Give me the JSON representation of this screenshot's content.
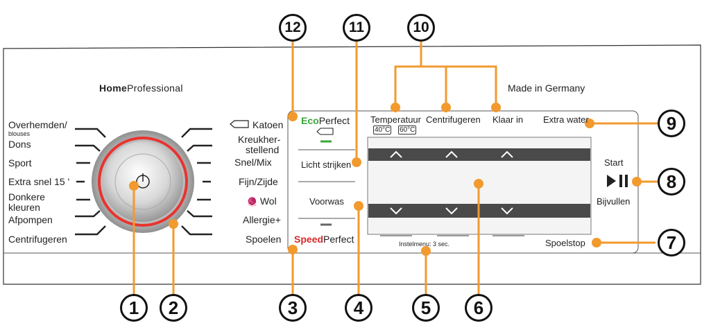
{
  "brand": {
    "bold": "Home",
    "light": "Professional"
  },
  "made_in": "Made in Germany",
  "programs_left": [
    {
      "label": "Overhemden/"
    },
    {
      "label": "blouses"
    },
    {
      "label": "Dons"
    },
    {
      "label": "Sport"
    },
    {
      "label": "Extra snel 15 '"
    },
    {
      "label": "Donkere"
    },
    {
      "label": "kleuren"
    },
    {
      "label": "Afpompen"
    },
    {
      "label": "Centrifugeren"
    }
  ],
  "programs_right": [
    {
      "label": "Katoen"
    },
    {
      "label": "Kreukher-"
    },
    {
      "label": "stellend"
    },
    {
      "label": "Snel/Mix"
    },
    {
      "label": "Fijn/Zijde"
    },
    {
      "label": "Wol"
    },
    {
      "label": "Allergie+"
    },
    {
      "label": "Spoelen"
    }
  ],
  "option_buttons": {
    "eco_a": "Eco",
    "eco_b": "Perfect",
    "licht": "Licht strijken",
    "voorwas": "Voorwas",
    "speed_a": "Speed",
    "speed_b": "Perfect"
  },
  "display": {
    "temp_label": "Temperatuur",
    "temp_40": "40°C",
    "temp_60": "60°C",
    "spin_label": "Centrifugeren",
    "ready_label": "Klaar in",
    "instel": "Instelmenu: 3 sec."
  },
  "right_controls": {
    "extra_water": "Extra water",
    "start": "Start",
    "bijvullen": "Bijvullen",
    "spoelstop": "Spoelstop"
  },
  "callouts": [
    "1",
    "2",
    "3",
    "4",
    "5",
    "6",
    "7",
    "8",
    "9",
    "10",
    "11",
    "12"
  ],
  "colors": {
    "accent": "#f29a2e",
    "ring": "#e8342f",
    "eco": "#3aa63a",
    "speed": "#d62a2a",
    "display_bar": "#4a4a4a"
  }
}
